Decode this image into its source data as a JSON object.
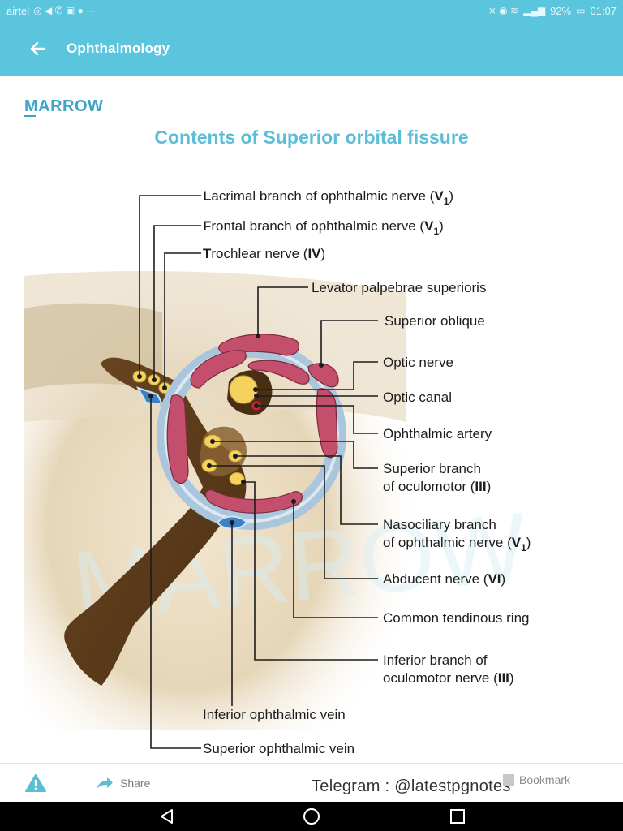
{
  "status_bar": {
    "carrier": "airtel",
    "battery": "92%",
    "time": "01:07"
  },
  "app_bar": {
    "title": "Ophthalmology"
  },
  "content": {
    "brand": "MARROW",
    "diagram_title": "Contents of Superior orbital fissure",
    "watermark": "MARROW",
    "labels": {
      "lacrimal_initial": "L",
      "lacrimal_rest": "acrimal branch of ophthalmic nerve (",
      "frontal_initial": "F",
      "frontal_rest": "rontal branch of ophthalmic nerve (",
      "trochlear_initial": "T",
      "trochlear_rest": "rochlear nerve (",
      "roman_iv": "IV",
      "roman_v": "V",
      "roman_iii": "III",
      "roman_vi": "VI",
      "subscript_1": "1",
      "close_paren": ")",
      "levator": "Levator palpebrae superioris",
      "superior_oblique": "Superior oblique",
      "optic_nerve": "Optic nerve",
      "optic_canal": "Optic canal",
      "ophthalmic_artery": "Ophthalmic artery",
      "sup_oculomotor_1": "Superior branch",
      "sup_oculomotor_2": "of oculomotor (",
      "nasociliary_1": "Nasociliary branch",
      "nasociliary_2": "of ophthalmic nerve (",
      "abducent": "Abducent nerve (",
      "common_tendinous": "Common tendinous ring",
      "inf_oculomotor_1": "Inferior branch of",
      "inf_oculomotor_2": "oculomotor nerve (",
      "inferior_vein": "Inferior ophthalmic vein",
      "superior_vein": "Superior ophthalmic vein"
    }
  },
  "bottom_bar": {
    "share_label": "Share",
    "telegram_text": "Telegram : @latestpgnotes",
    "bookmark_label": "Bookmark"
  },
  "icons": {
    "back": "arrow-left-icon",
    "report": "warning-icon",
    "share": "share-arrow-icon",
    "bookmark": "bookmark-icon"
  },
  "colors": {
    "brand_blue": "#5bc5dd",
    "title_blue": "#5bbdd6",
    "muscle_pink": "#c44f6c",
    "ring_blue": "#a9c6dc",
    "nerve_yellow": "#f5d15e",
    "bone_brown": "#5a3c1c"
  }
}
